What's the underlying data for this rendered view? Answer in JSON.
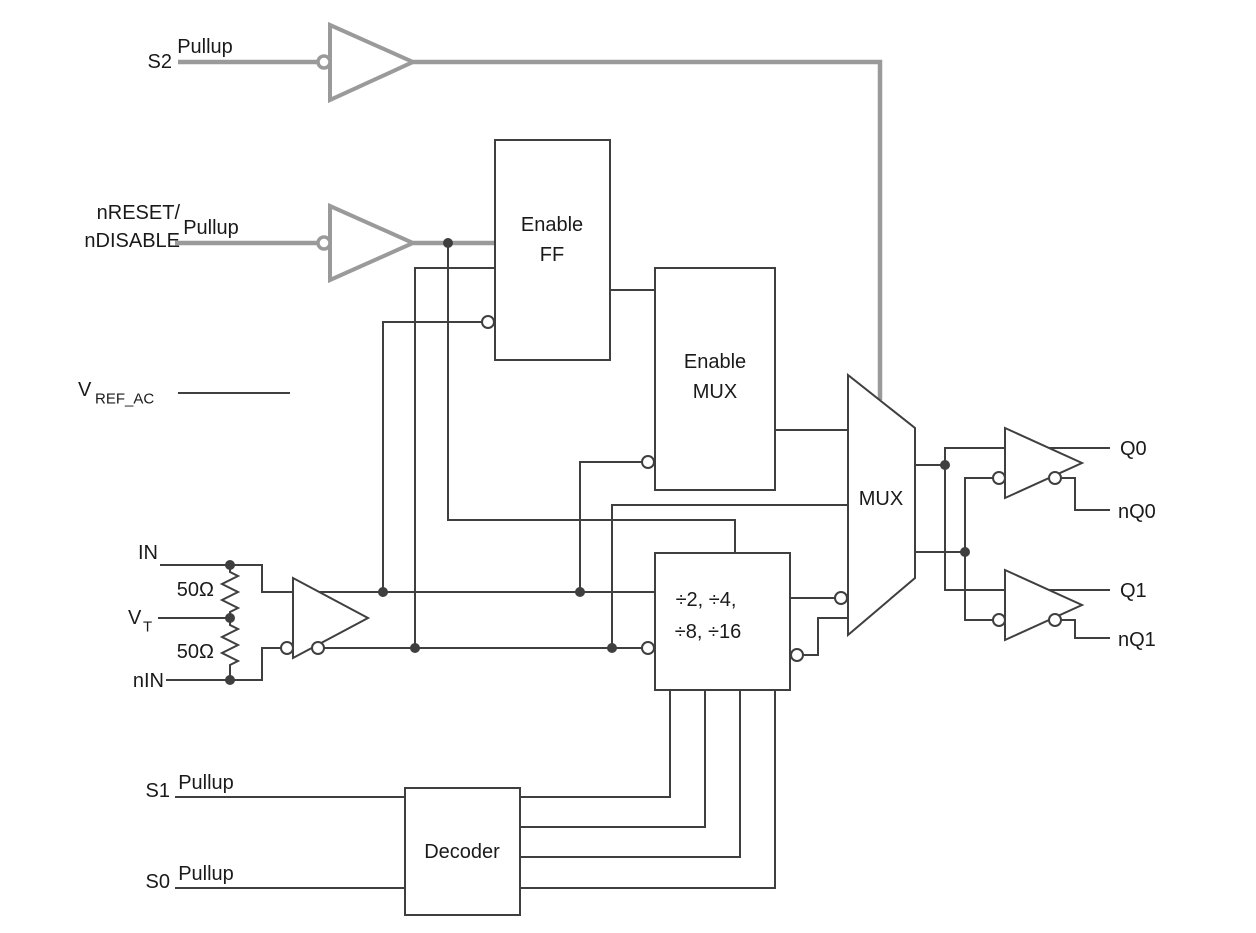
{
  "diagram": {
    "inputs": {
      "s2": {
        "label": "S2",
        "pullup": "Pullup"
      },
      "nreset": {
        "label_line1": "nRESET/",
        "label_line2": "nDISABLE",
        "pullup": "Pullup"
      },
      "vref": {
        "base": "V",
        "sub": "REF_AC"
      },
      "in_p": {
        "label": "IN"
      },
      "vt": {
        "base": "V",
        "sub": "T"
      },
      "in_n": {
        "label": "nIN"
      },
      "r_top": "50Ω",
      "r_bottom": "50Ω",
      "s1": {
        "label": "S1",
        "pullup": "Pullup"
      },
      "s0": {
        "label": "S0",
        "pullup": "Pullup"
      }
    },
    "blocks": {
      "enable_ff": {
        "line1": "Enable",
        "line2": "FF"
      },
      "enable_mux": {
        "line1": "Enable",
        "line2": "MUX"
      },
      "divider": {
        "line1": "÷2, ÷4,",
        "line2": "÷8, ÷16"
      },
      "decoder": {
        "label": "Decoder"
      },
      "mux": {
        "label": "MUX"
      }
    },
    "outputs": {
      "q0": "Q0",
      "nq0": "nQ0",
      "q1": "Q1",
      "nq1": "nQ1"
    },
    "colors": {
      "wire": "#3f3f3f",
      "wire_gray": "#9a9a9a",
      "text": "#1a1a1a",
      "background": "#ffffff"
    }
  }
}
